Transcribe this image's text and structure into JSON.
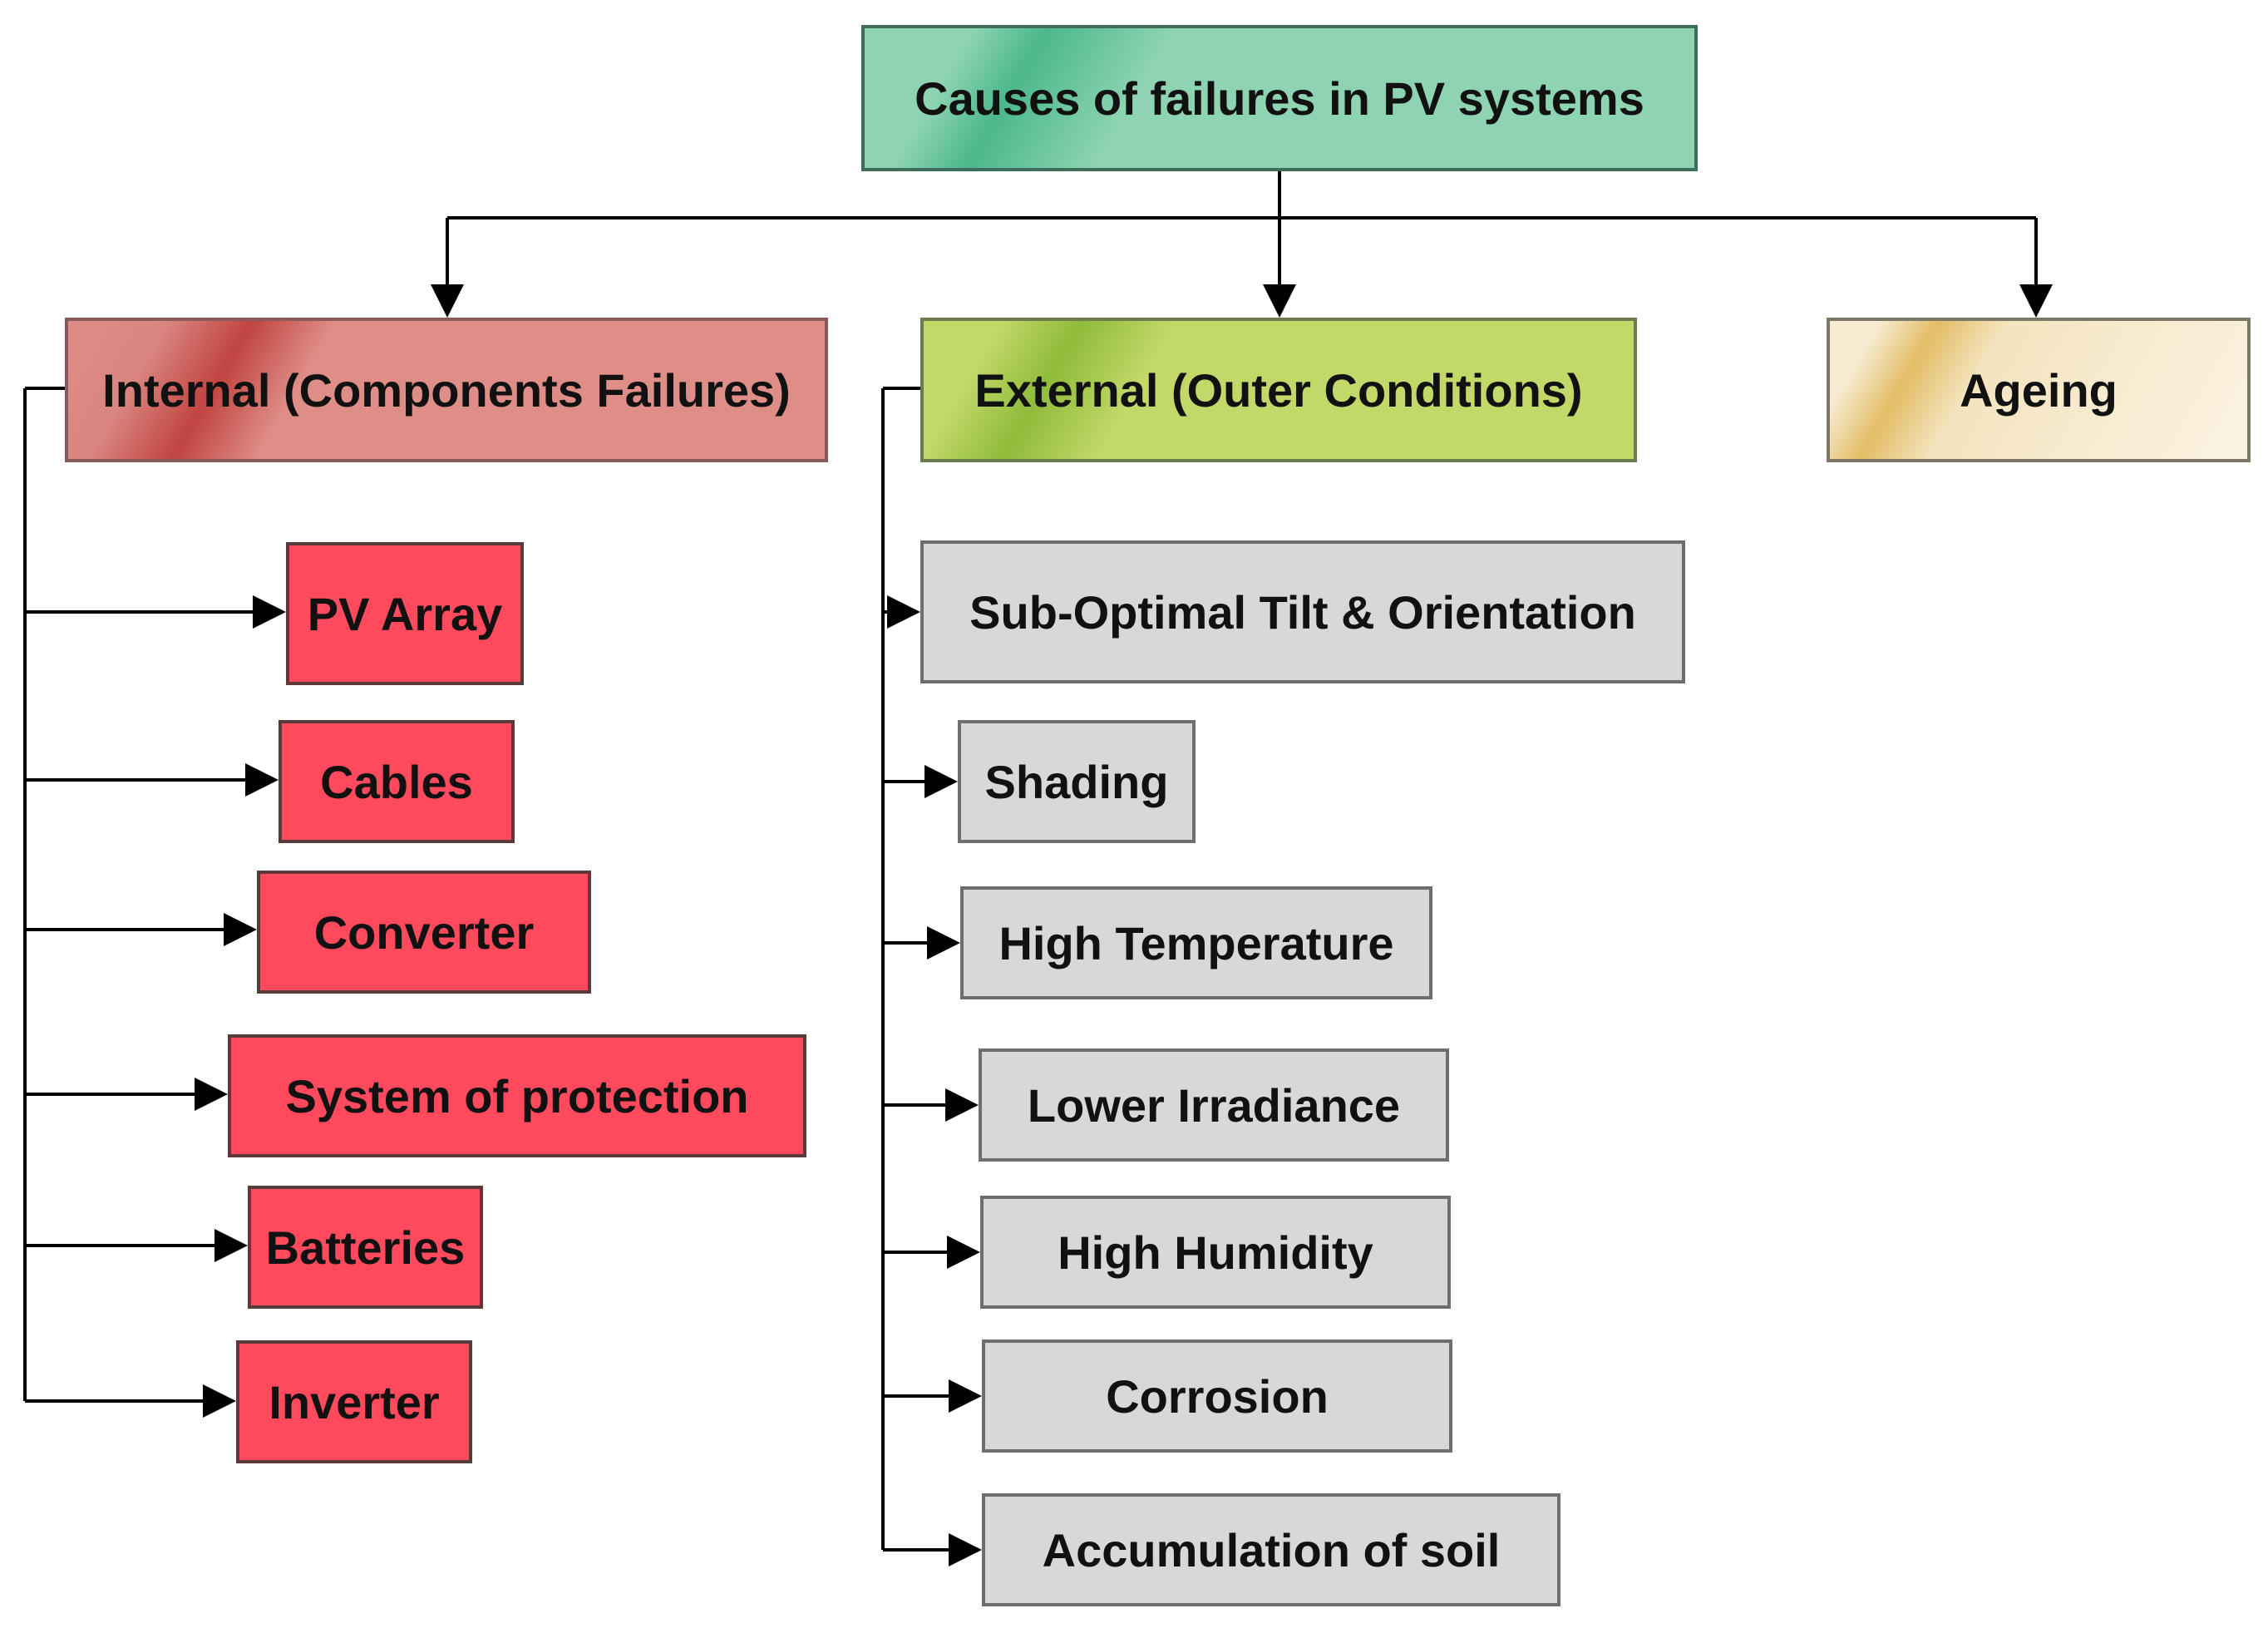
{
  "root": {
    "label": "Causes of failures in PV systems",
    "color": "#8ed3b2"
  },
  "categories": {
    "internal": {
      "label": "Internal (Components Failures)",
      "color": "#de8d87"
    },
    "external": {
      "label": "External (Outer Conditions)",
      "color": "#c2d868"
    },
    "ageing": {
      "label": "Ageing",
      "color": "#f7ecd2"
    }
  },
  "internal_items": [
    "PV Array",
    "Cables",
    "Converter",
    "System of protection",
    "Batteries",
    "Inverter"
  ],
  "external_items": [
    "Sub-Optimal Tilt & Orientation",
    "Shading",
    "High Temperature",
    "Lower Irradiance",
    "High Humidity",
    "Corrosion",
    "Accumulation of soil"
  ],
  "colors": {
    "internal_item": "#ff4a5e",
    "external_item": "#d8d8d8",
    "connector": "#000000"
  }
}
